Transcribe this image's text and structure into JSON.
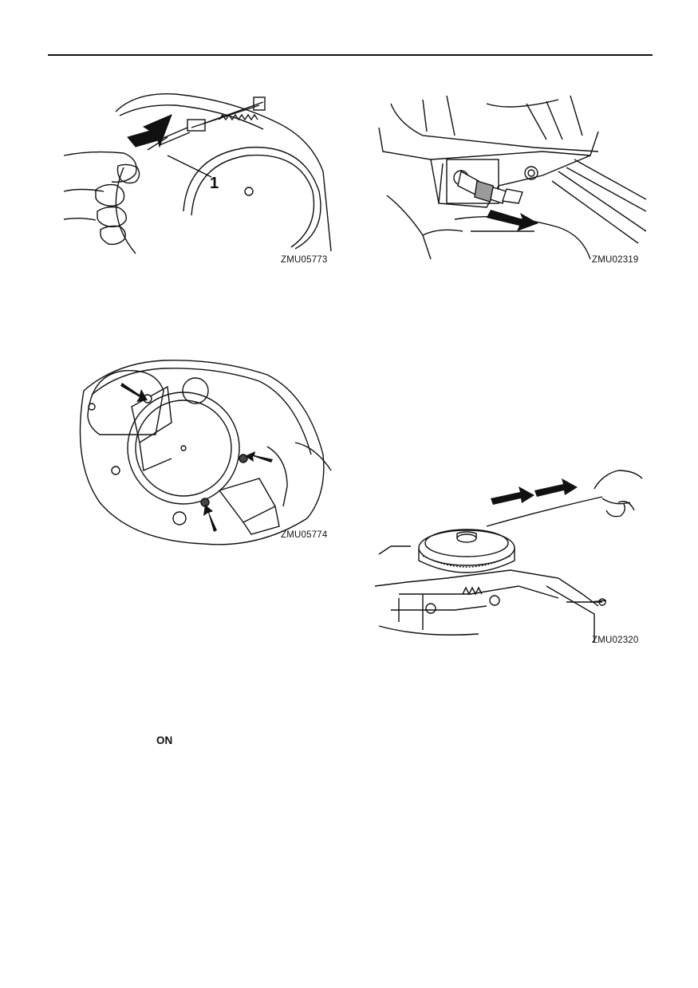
{
  "figures": [
    {
      "caption": "ZMU05773",
      "callout": "1"
    },
    {
      "caption": "ZMU02319"
    },
    {
      "caption": "ZMU05774"
    },
    {
      "caption": "ZMU02320"
    }
  ],
  "text": {
    "on_label": "ON"
  }
}
